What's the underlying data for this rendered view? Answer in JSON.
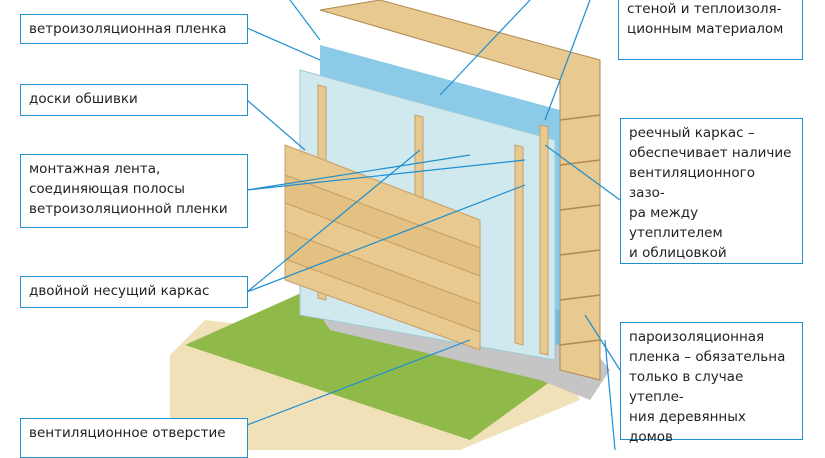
{
  "colors": {
    "line": "#1e8fd0",
    "wood": "#e8c98f",
    "wood_dark": "#c9a065",
    "membrane": "#cfe9ee",
    "grass": "#8fba4a",
    "soil": "#f0e1b8",
    "stone": "#c5c5c5"
  },
  "labels": {
    "top_right": "стеной и теплоизоля-\nционным материалом",
    "wind_film": "ветроизоляционная пленка",
    "boards": "доски обшивки",
    "tape": "монтажная лента,\nсоединяющая полосы\nветроизоляционной пленки",
    "frame": "двойной несущий каркас",
    "vent_hole": "вентиляционное отверстие",
    "batten": "реечный каркас –\nобеспечивает наличие\nвентиляционного зазо-\nра между утеплителем\nи облицовкой",
    "vapor": "пароизоляционная\nпленка – обязательна\nтолько в случае утепле-\nния деревянных домов"
  }
}
